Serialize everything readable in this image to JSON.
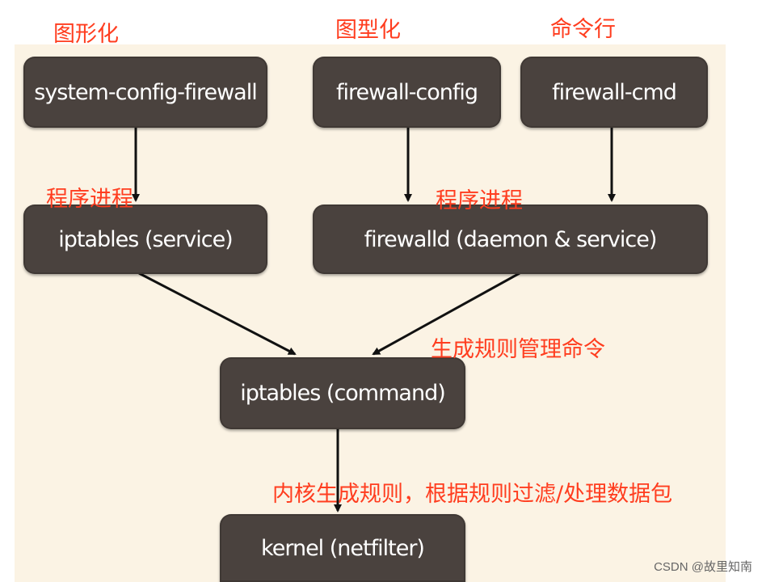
{
  "nodes": {
    "system_config_firewall": "system-config-firewall",
    "firewall_config": "firewall-config",
    "firewall_cmd": "firewall-cmd",
    "iptables_service": "iptables (service)",
    "firewalld": "firewalld (daemon & service)",
    "iptables_command": "iptables (command)",
    "kernel": "kernel (netfilter)"
  },
  "annotations": {
    "gui_1": "图形化",
    "gui_2": "图型化",
    "cli": "命令行",
    "process_1": "程序进程",
    "process_2": "程序进程",
    "generate_rules_cmd": "生成规则管理命令",
    "kernel_rules": "内核生成规则，根据规则过滤/处理数据包"
  },
  "watermark": "CSDN @故里知南",
  "colors": {
    "node_fill": "#4a423e",
    "node_text": "#ffffff",
    "annotation": "#ff3d1f",
    "panel": "#fbf3e4",
    "arrow": "#111111"
  }
}
